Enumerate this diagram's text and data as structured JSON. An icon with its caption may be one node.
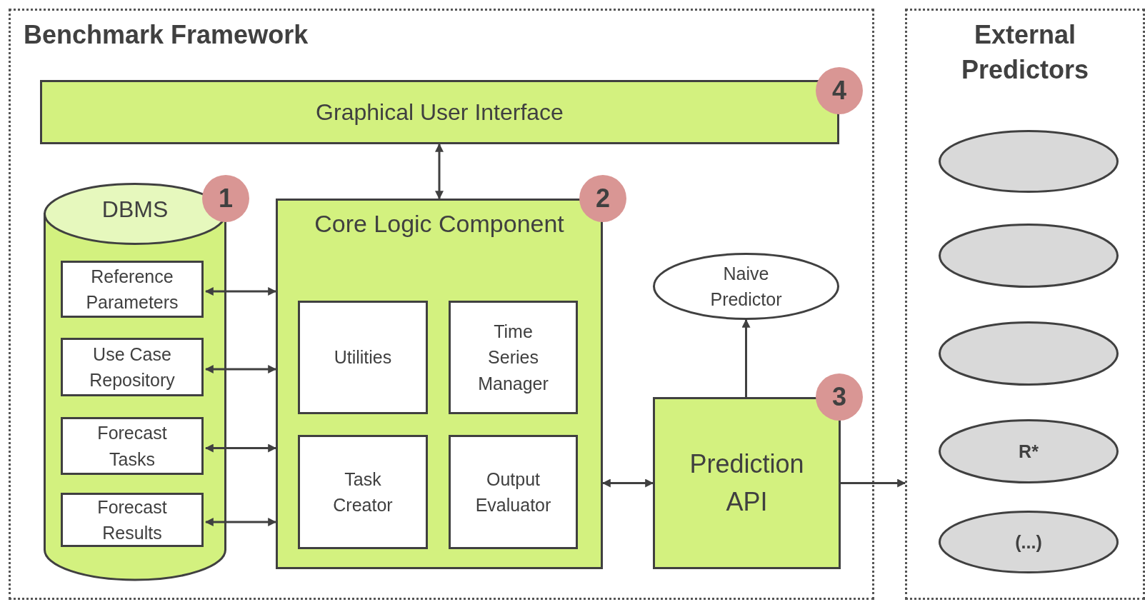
{
  "diagram": {
    "nodes": [
      {
        "text": [
          "Benchmark Framework"
        ]
      },
      {
        "text": [
          "External Predictors"
        ]
      },
      {
        "text": [
          "Graphical User Interface"
        ],
        "in": 0
      },
      {
        "text": [
          "DBMS"
        ],
        "in": 0
      },
      {
        "text": [
          "Reference Parameters"
        ],
        "in": 3
      },
      {
        "text": [
          "Use Case Repository"
        ],
        "in": 3
      },
      {
        "text": [
          "Forecast Tasks"
        ],
        "in": 3
      },
      {
        "text": [
          "Forecast Results"
        ],
        "in": 3
      },
      {
        "text": [
          "Core Logic Component"
        ],
        "in": 0
      },
      {
        "text": [
          "Utilities"
        ],
        "in": 8
      },
      {
        "text": [
          "Time Series Manager"
        ],
        "in": 8
      },
      {
        "text": [
          "Task Creator"
        ],
        "in": 8
      },
      {
        "text": [
          "Output Evaluator"
        ],
        "in": 8
      },
      {
        "text": [
          "Naive Predictor"
        ],
        "in": 0
      },
      {
        "text": [
          "Prediction API"
        ],
        "in": 0
      },
      {
        "text": [],
        "shape": "ellipse",
        "in": 1
      },
      {
        "text": [],
        "shape": "ellipse",
        "in": 1
      },
      {
        "text": [],
        "shape": "ellipse",
        "in": 1
      },
      {
        "text": [
          "R*"
        ],
        "in": 1
      },
      {
        "text": [
          "(...)"
        ],
        "in": 1
      }
    ],
    "edges": [
      {
        "from": 2,
        "to": 8,
        "arrow": "both"
      },
      {
        "from": 4,
        "to": 8,
        "arrow": "both"
      },
      {
        "from": 5,
        "to": 8,
        "arrow": "both"
      },
      {
        "from": 6,
        "to": 8,
        "arrow": "both"
      },
      {
        "from": 7,
        "to": 8,
        "arrow": "both"
      },
      {
        "from": 8,
        "to": 14,
        "arrow": "both"
      },
      {
        "from": 14,
        "to": 13,
        "arrow": "to"
      },
      {
        "from": 14,
        "to": 1,
        "arrow": "to"
      }
    ],
    "labels": [
      "4",
      "1",
      "2",
      "3"
    ]
  }
}
